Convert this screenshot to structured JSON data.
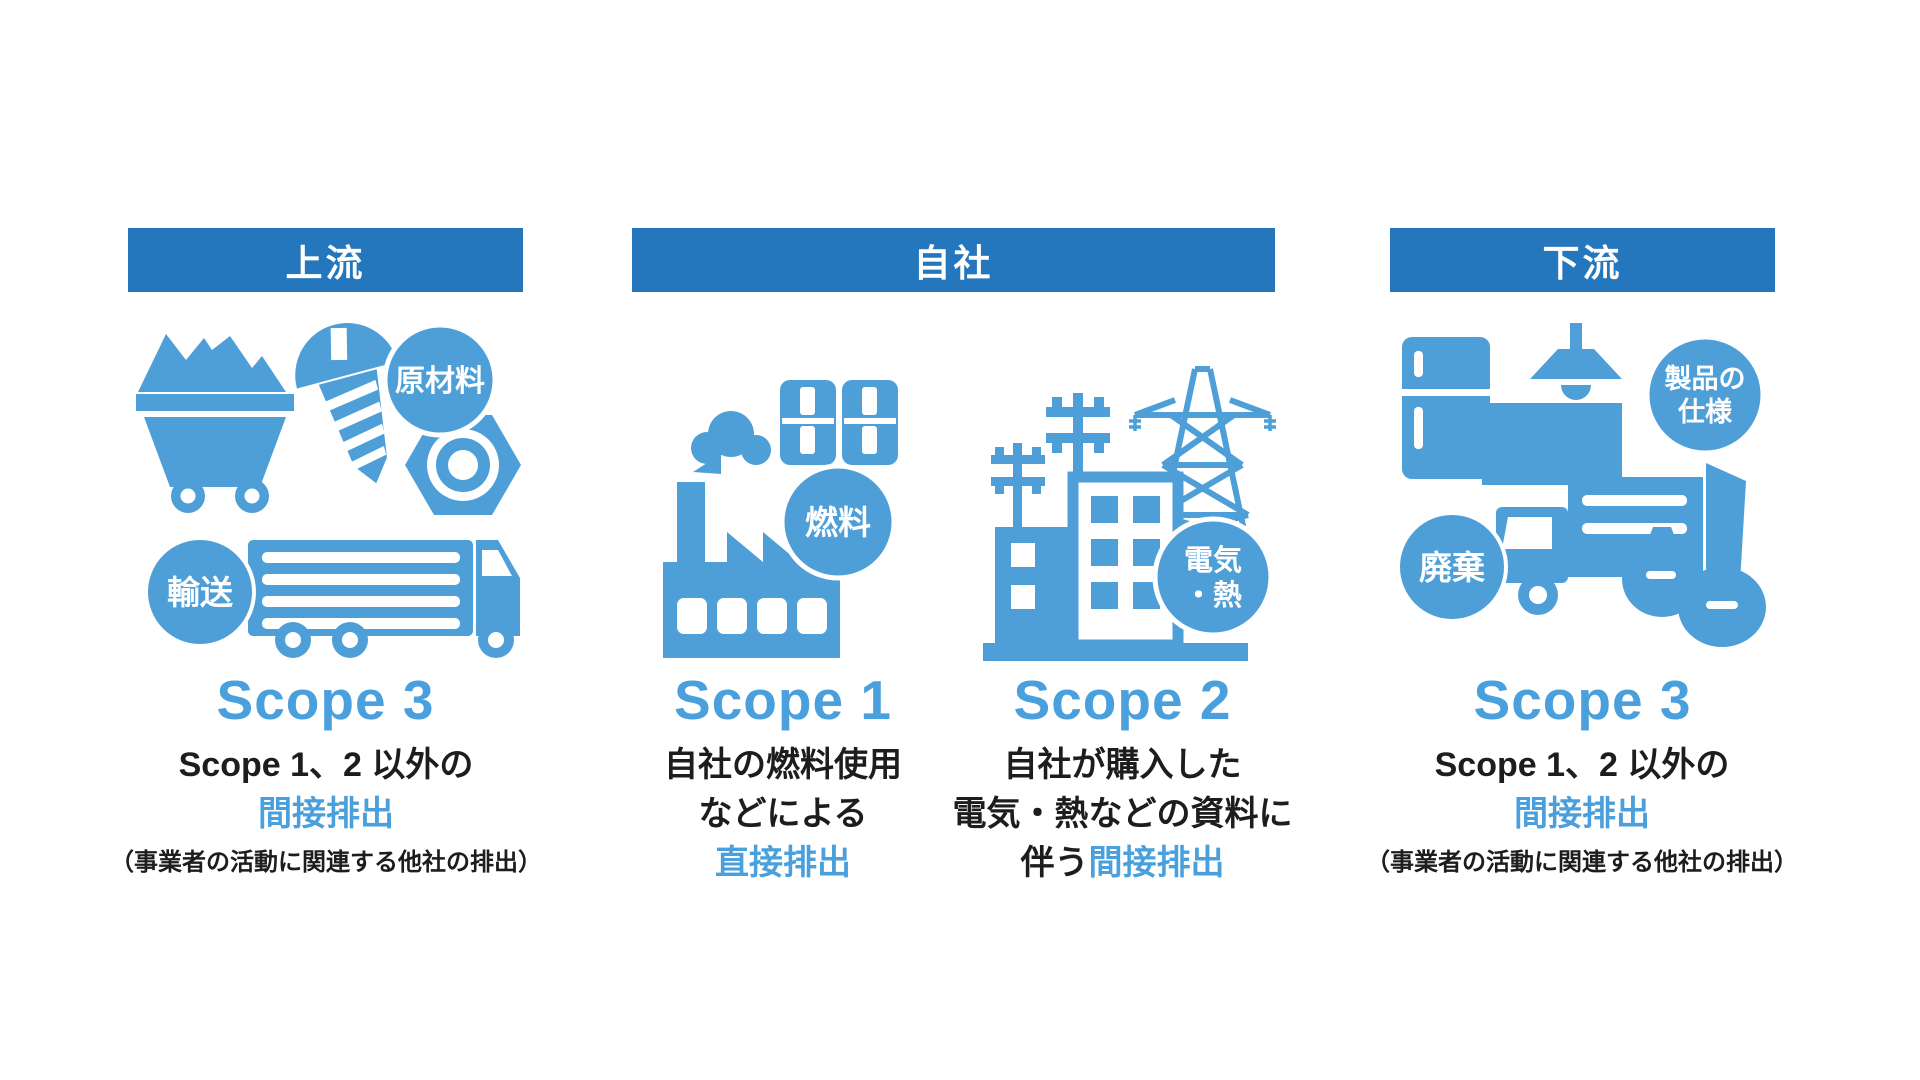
{
  "colors": {
    "header_blue": "#2577BD",
    "icon_blue": "#4E9FD8",
    "accent_blue": "#4AA0DC",
    "text_black": "#1D1D1D",
    "background": "#FFFFFF"
  },
  "columns": {
    "upstream": {
      "header": "上流",
      "badge_raw_materials": "原材料",
      "badge_transport": "輸送",
      "scope_title": "Scope 3",
      "desc_line1": "Scope 1、2 以外の",
      "desc_line2": "間接排出",
      "desc_line3": "（事業者の活動に関連する他社の排出）"
    },
    "company": {
      "header": "自社",
      "scope1": {
        "badge_fuel": "燃料",
        "scope_title": "Scope 1",
        "desc_line1": "自社の燃料使用",
        "desc_line2": "などによる",
        "desc_line3": "直接排出"
      },
      "scope2": {
        "badge_electricity_line1": "電気",
        "badge_electricity_line2": "・熱",
        "scope_title": "Scope 2",
        "desc_line1": "自社が購入した",
        "desc_line2": "電気・熱などの資料に",
        "desc_line3_prefix": "伴う",
        "desc_line3_accent": "間接排出"
      }
    },
    "downstream": {
      "header": "下流",
      "badge_product_use_line1": "製品の",
      "badge_product_use_line2": "仕様",
      "badge_disposal": "廃棄",
      "scope_title": "Scope 3",
      "desc_line1": "Scope 1、2 以外の",
      "desc_line2": "間接排出",
      "desc_line3": "（事業者の活動に関連する他社の排出）"
    }
  }
}
